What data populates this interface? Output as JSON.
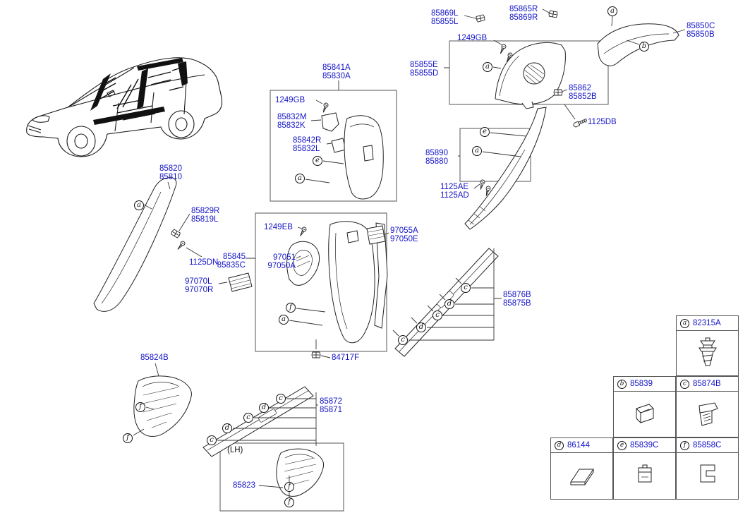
{
  "page": {
    "background": "#ffffff",
    "label_color": "#1414c8",
    "line_color": "#222222",
    "diagram_type": "vehicle interior side trim parts diagram"
  },
  "marker_letters": {
    "a": "a",
    "b": "b",
    "c": "c",
    "d": "d",
    "e": "e",
    "f": "f"
  },
  "labels": {
    "l85869L": {
      "lines": [
        "85869L",
        "85855L"
      ]
    },
    "l85865R": {
      "lines": [
        "85865R",
        "85869R"
      ]
    },
    "l85850C": {
      "lines": [
        "85850C",
        "85850B"
      ]
    },
    "l1249GB_top": {
      "lines": [
        "1249GB"
      ]
    },
    "l85855E": {
      "lines": [
        "85855E",
        "85855D"
      ]
    },
    "l85862": {
      "lines": [
        "85862",
        "85852B"
      ]
    },
    "l1125DB": {
      "lines": [
        "1125DB"
      ]
    },
    "l85890": {
      "lines": [
        "85890",
        "85880"
      ]
    },
    "l1125AE": {
      "lines": [
        "1125AE",
        "1125AD"
      ]
    },
    "l85841A": {
      "lines": [
        "85841A",
        "85830A"
      ]
    },
    "l1249GB_mid": {
      "lines": [
        "1249GB"
      ]
    },
    "l85832M": {
      "lines": [
        "85832M",
        "85832K"
      ]
    },
    "l85842R": {
      "lines": [
        "85842R",
        "85832L"
      ]
    },
    "l85820": {
      "lines": [
        "85820",
        "85810"
      ]
    },
    "l85829R": {
      "lines": [
        "85829R",
        "85819L"
      ]
    },
    "l1125DN": {
      "lines": [
        "1125DN"
      ]
    },
    "l85845": {
      "lines": [
        "85845",
        "85835C"
      ]
    },
    "l1249EB": {
      "lines": [
        "1249EB"
      ]
    },
    "l97051": {
      "lines": [
        "97051",
        "97050A"
      ]
    },
    "l97070L": {
      "lines": [
        "97070L",
        "97070R"
      ]
    },
    "l97055A": {
      "lines": [
        "97055A",
        "97050E"
      ]
    },
    "l85876B": {
      "lines": [
        "85876B",
        "85875B"
      ]
    },
    "l84717F": {
      "lines": [
        "84717F"
      ]
    },
    "l85824B": {
      "lines": [
        "85824B"
      ]
    },
    "l85872": {
      "lines": [
        "85872",
        "85871"
      ]
    },
    "lLH": {
      "lines": [
        "(LH)"
      ]
    },
    "l85823": {
      "lines": [
        "85823"
      ]
    }
  },
  "legend": {
    "cells": [
      {
        "marker": "a",
        "part": "82315A",
        "icon": "push-clip"
      },
      {
        "marker": "b",
        "part": "85839",
        "icon": "trim-clip"
      },
      {
        "marker": "c",
        "part": "85874B",
        "icon": "cover-clip"
      },
      {
        "marker": "d",
        "part": "86144",
        "icon": "pad"
      },
      {
        "marker": "e",
        "part": "85839C",
        "icon": "trim-clip"
      },
      {
        "marker": "f",
        "part": "85858C",
        "icon": "retainer-clip"
      }
    ]
  }
}
